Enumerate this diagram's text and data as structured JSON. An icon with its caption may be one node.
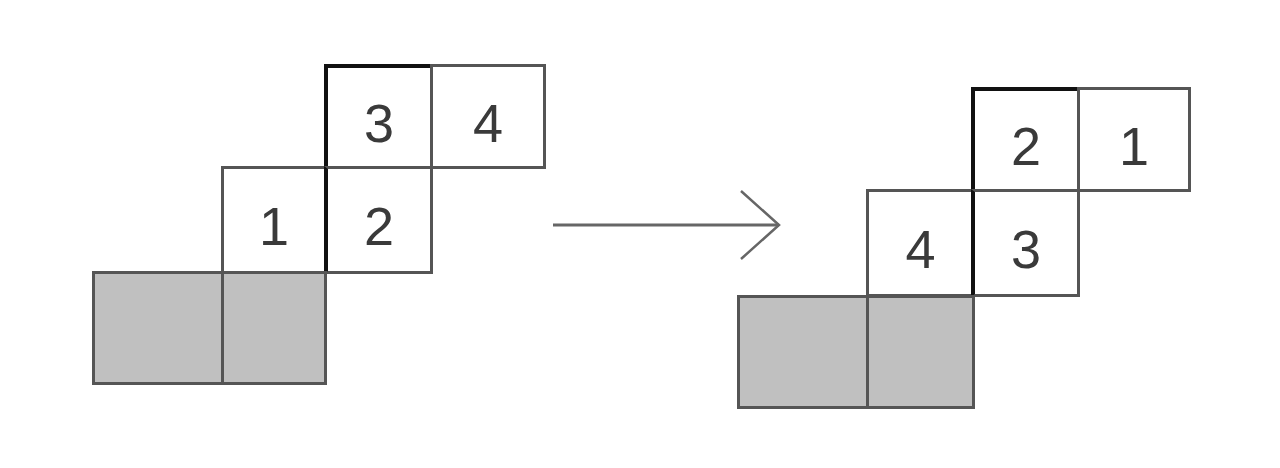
{
  "diagram": {
    "nodes": [
      {
        "text": [
          "3"
        ]
      },
      {
        "text": [
          "4"
        ]
      },
      {
        "text": [
          "1"
        ]
      },
      {
        "text": [
          "2"
        ]
      },
      {
        "text": [],
        "shape": "box"
      },
      {
        "text": [],
        "shape": "box"
      },
      {
        "text": [
          "2"
        ]
      },
      {
        "text": [
          "1"
        ]
      },
      {
        "text": [
          "4"
        ]
      },
      {
        "text": [
          "3"
        ]
      },
      {
        "text": [],
        "shape": "box"
      },
      {
        "text": [],
        "shape": "box"
      }
    ]
  }
}
